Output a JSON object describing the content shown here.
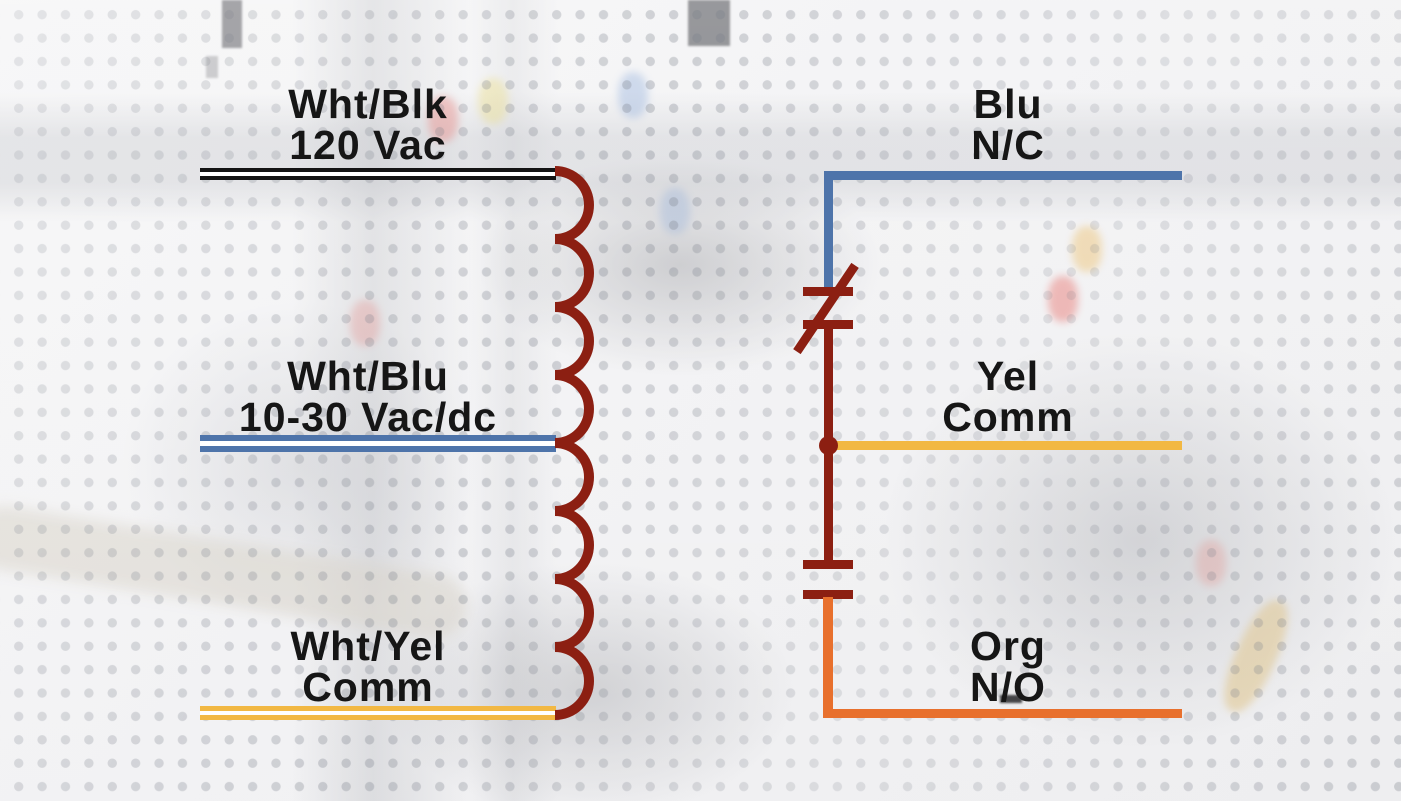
{
  "colors": {
    "text": "#161616",
    "black_wire": "#141414",
    "blue_wire": "#4e74aa",
    "yellow_wire": "#f2b843",
    "orange_wire": "#e8702d",
    "symbol": "#8c1f12",
    "wire_core": "#ffffff"
  },
  "primary_side": {
    "symbol": "inductor-coil",
    "terminals": [
      {
        "wire": "Wht/Blk",
        "function": "120 Vac",
        "wire_color": "#141414",
        "style": "double-stripe"
      },
      {
        "wire": "Wht/Blu",
        "function": "10-30 Vac/dc",
        "wire_color": "#4e74aa",
        "style": "double-stripe"
      },
      {
        "wire": "Wht/Yel",
        "function": "Comm",
        "wire_color": "#f2b843",
        "style": "double-stripe"
      }
    ]
  },
  "secondary_side": {
    "symbols": [
      "normally-closed-contact",
      "junction-dot",
      "normally-open-contact"
    ],
    "terminals": [
      {
        "wire": "Blu",
        "function": "N/C",
        "wire_color": "#4e74aa",
        "style": "solid"
      },
      {
        "wire": "Yel",
        "function": "Comm",
        "wire_color": "#f2b843",
        "style": "solid"
      },
      {
        "wire": "Org",
        "function": "N/O",
        "wire_color": "#e8702d",
        "style": "solid"
      }
    ]
  }
}
